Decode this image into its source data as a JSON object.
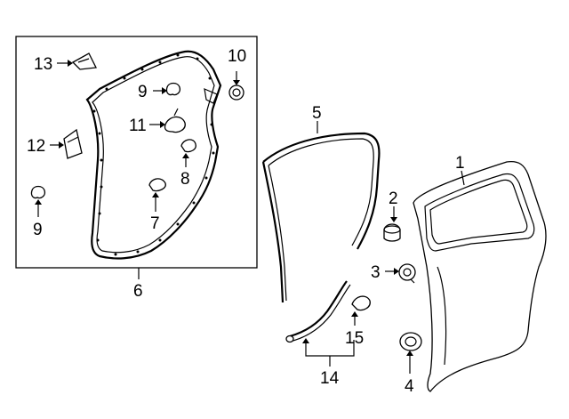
{
  "labels": {
    "n1": "1",
    "n2": "2",
    "n3": "3",
    "n4": "4",
    "n5": "5",
    "n6": "6",
    "n7": "7",
    "n8": "8",
    "n9a": "9",
    "n9b": "9",
    "n10": "10",
    "n11": "11",
    "n12": "12",
    "n13": "13",
    "n14": "14",
    "n15": "15"
  }
}
